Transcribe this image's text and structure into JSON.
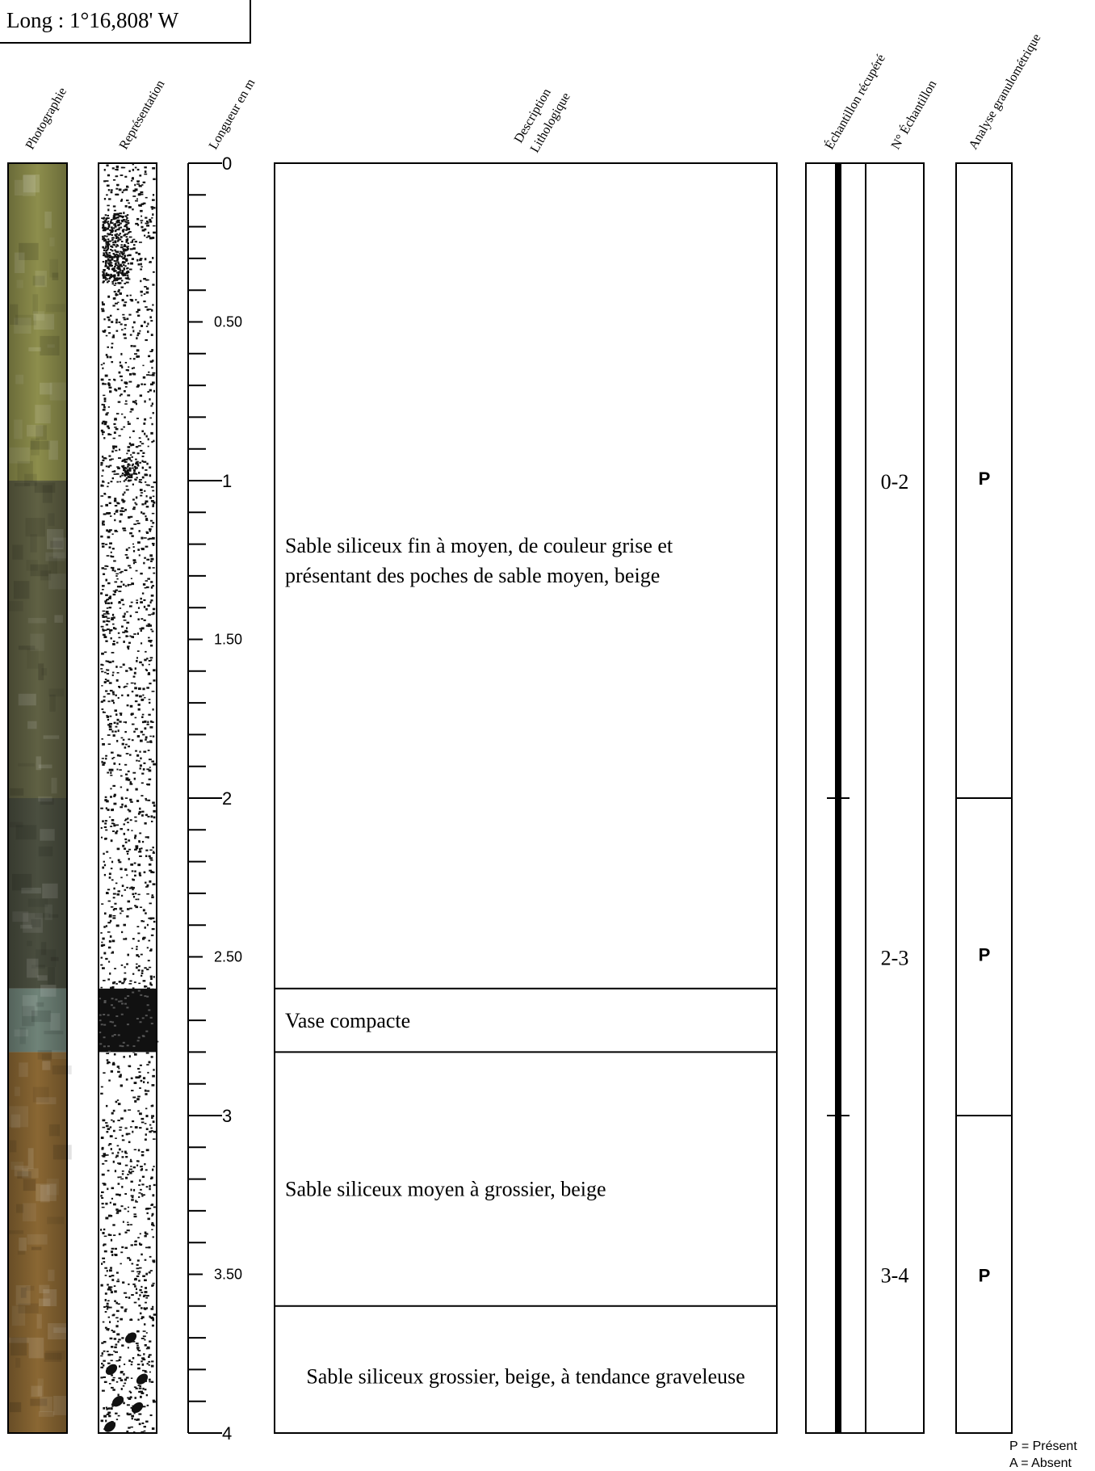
{
  "header": {
    "coordinates_text": "Long : 1°16,808' W"
  },
  "column_headers": {
    "photo": "Photographie",
    "representation": "Représentation",
    "length": "Longueur en m",
    "description_line1": "Description",
    "description_line2": "Lithologique",
    "sample_recovered": "Échantillon récupéré",
    "sample_number": "N° Échantillon",
    "grain_analysis": "Analyse granulométrique"
  },
  "depth_axis": {
    "min": 0,
    "max": 4,
    "minor_step": 0.1,
    "major_labels": [
      {
        "depth": 0,
        "label": "0"
      },
      {
        "depth": 0.5,
        "label": "0.50"
      },
      {
        "depth": 1,
        "label": "1"
      },
      {
        "depth": 1.5,
        "label": "1.50"
      },
      {
        "depth": 2,
        "label": "2"
      },
      {
        "depth": 2.5,
        "label": "2.50"
      },
      {
        "depth": 3,
        "label": "3"
      },
      {
        "depth": 3.5,
        "label": "3.50"
      },
      {
        "depth": 4,
        "label": "4"
      }
    ]
  },
  "lithology": [
    {
      "top": 0,
      "bottom": 2.6,
      "lines": [
        "Sable siliceux fin à moyen, de couleur grise et",
        "présentant des poches de sable moyen, beige"
      ],
      "text_depth": 1.25,
      "align": "left"
    },
    {
      "top": 2.6,
      "bottom": 2.8,
      "lines": [
        "Vase compacte"
      ],
      "text_depth": 2.7,
      "align": "left"
    },
    {
      "top": 2.8,
      "bottom": 3.6,
      "lines": [
        "Sable siliceux moyen à grossier, beige"
      ],
      "text_depth": 3.23,
      "align": "left"
    },
    {
      "top": 3.6,
      "bottom": 4.0,
      "lines": [
        "Sable siliceux grossier, beige, à tendance graveleuse"
      ],
      "text_depth": 3.82,
      "align": "center"
    }
  ],
  "photo_sections": [
    {
      "top": 0,
      "bottom": 1.0,
      "color": "#8d8e4c"
    },
    {
      "top": 1.0,
      "bottom": 2.0,
      "color": "#5f6043"
    },
    {
      "top": 2.0,
      "bottom": 2.6,
      "color": "#4a4e3f"
    },
    {
      "top": 2.6,
      "bottom": 2.8,
      "color": "#6f8378"
    },
    {
      "top": 2.8,
      "bottom": 4.0,
      "color": "#8a6733"
    }
  ],
  "recovered_ticks": [
    2.0,
    3.0
  ],
  "samples": [
    {
      "label": "0-2",
      "depth": 1.0
    },
    {
      "label": "2-3",
      "depth": 2.5
    },
    {
      "label": "3-4",
      "depth": 3.5
    }
  ],
  "analysis": {
    "boundaries": [
      0,
      2.0,
      3.0,
      4.0
    ],
    "marks": [
      {
        "label": "P",
        "depth": 0.99
      },
      {
        "label": "P",
        "depth": 2.49
      },
      {
        "label": "P",
        "depth": 3.5
      }
    ]
  },
  "legend": {
    "present": "P = Présent",
    "absent": "A = Absent"
  },
  "colors": {
    "line": "#000000",
    "mud": "#111111",
    "dots": "#111111"
  }
}
